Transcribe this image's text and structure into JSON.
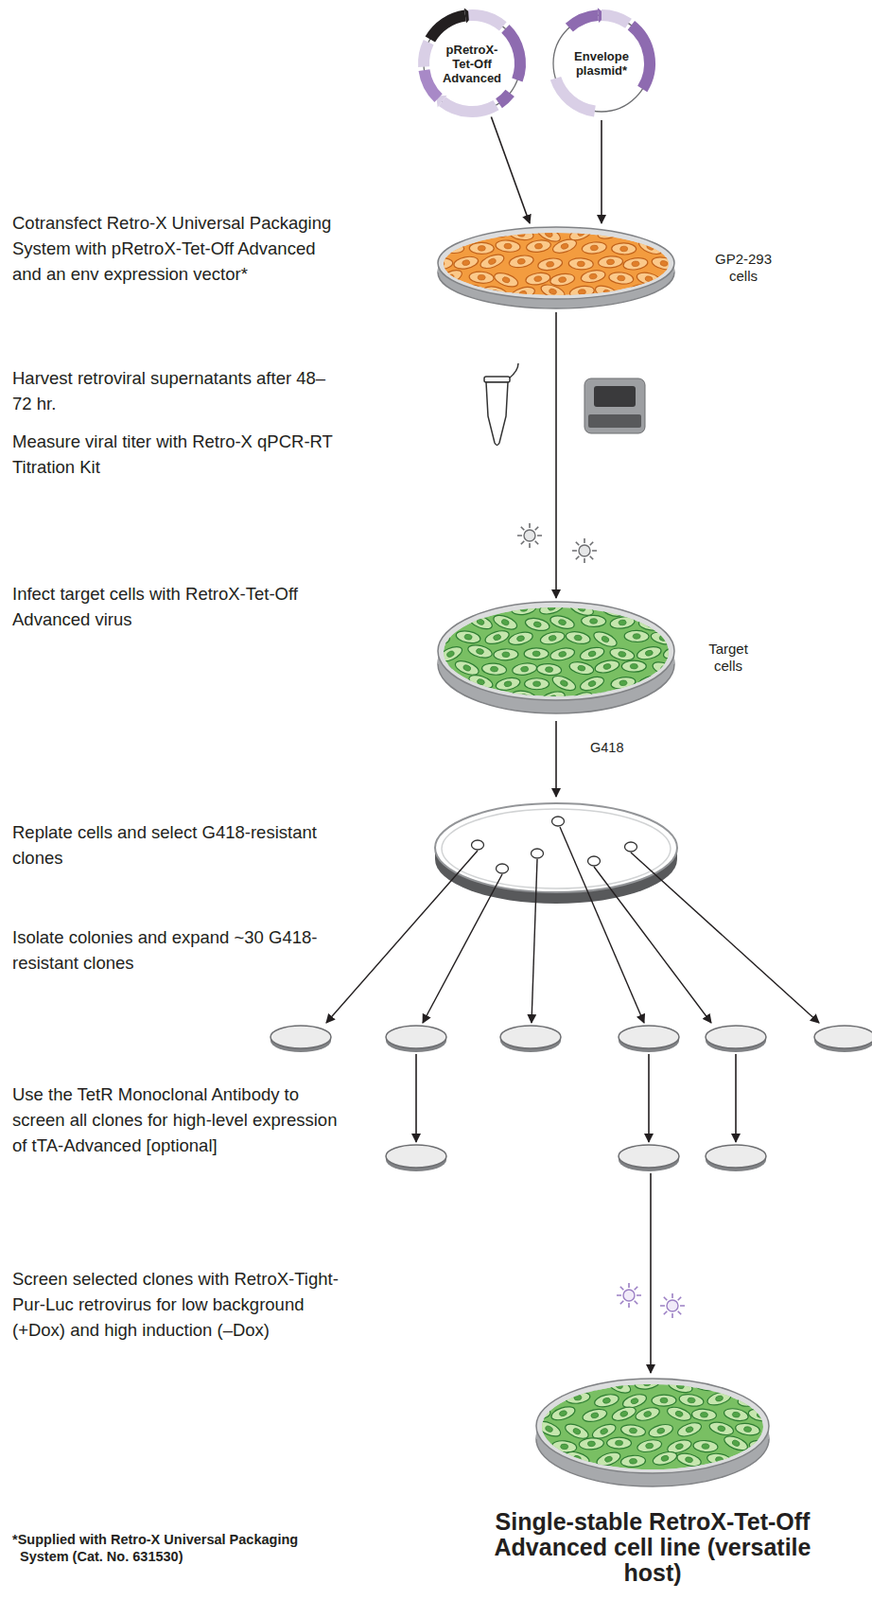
{
  "diagram": {
    "nodes": [
      {
        "text": [
          "pRetroX-Tet-Off Advanced"
        ]
      },
      {
        "text": [
          "Envelope plasmid*"
        ]
      },
      {
        "text": [
          "GP2-293 cells"
        ]
      },
      {
        "text": [
          "Target cells"
        ]
      },
      {
        "text": [
          "Single-stable RetroX-Tet-Off Advanced cell line (versatile host)"
        ]
      }
    ],
    "edges": [
      {
        "from": 0,
        "to": 2,
        "arrow": "to"
      },
      {
        "from": 1,
        "to": 2,
        "arrow": "to"
      },
      {
        "from": 2,
        "to": 3,
        "arrow": "to"
      }
    ],
    "labels": [
      "Cotransfect Retro-X Universal Packaging System with pRetroX-Tet-Off Advanced and an env expression vector*",
      "Harvest retroviral supernatants after 48–72 hr.",
      "Measure viral titer with Retro-X qPCR-RT Titration Kit",
      "Infect target cells with RetroX-Tet-Off Advanced virus",
      "G418",
      "Replate cells and select G418-resistant clones",
      "Isolate colonies and expand ~30 G418-resistant clones",
      "Use the TetR Monoclonal Antibody to screen all clones for high-level expression of tTA-Advanced [optional]",
      "Screen selected clones with RetroX-Tight-Pur-Luc retrovirus for low background (+Dox) and high induction (–Dox)",
      "*Supplied with Retro-X Universal Packaging System (Cat. No. 631530)"
    ]
  }
}
